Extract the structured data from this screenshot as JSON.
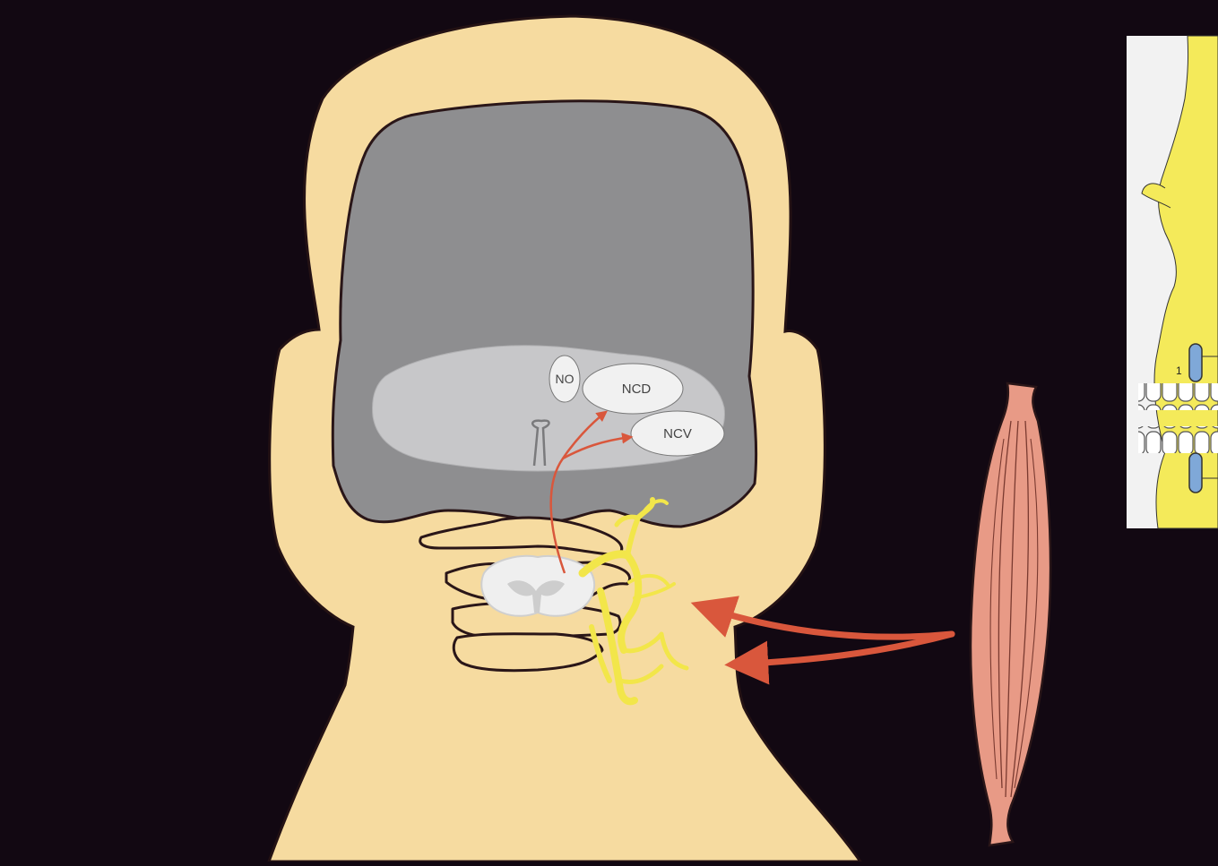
{
  "labels": {
    "no": "NO",
    "ncd": "NCD",
    "ncv": "NCV",
    "inset_number_1": "1"
  },
  "colors": {
    "background": "#120812",
    "skin": "#f6dba0",
    "brain_outer": "#8e8e90",
    "brain_inner": "#c7c7c9",
    "nucleus": "#f1f1f1",
    "arrow": "#d9573c",
    "nerve": "#f2e64a",
    "muscle": "#e89a86",
    "outline": "#2a1618",
    "inset_paper": "#f2f2f2",
    "inset_yellow": "#f4ea5a",
    "inset_blue": "#7fa8d8"
  },
  "icons": {
    "muscle": "muscle-icon",
    "spinal_cord": "spinal-cord-icon",
    "teeth": "teeth-icon"
  }
}
